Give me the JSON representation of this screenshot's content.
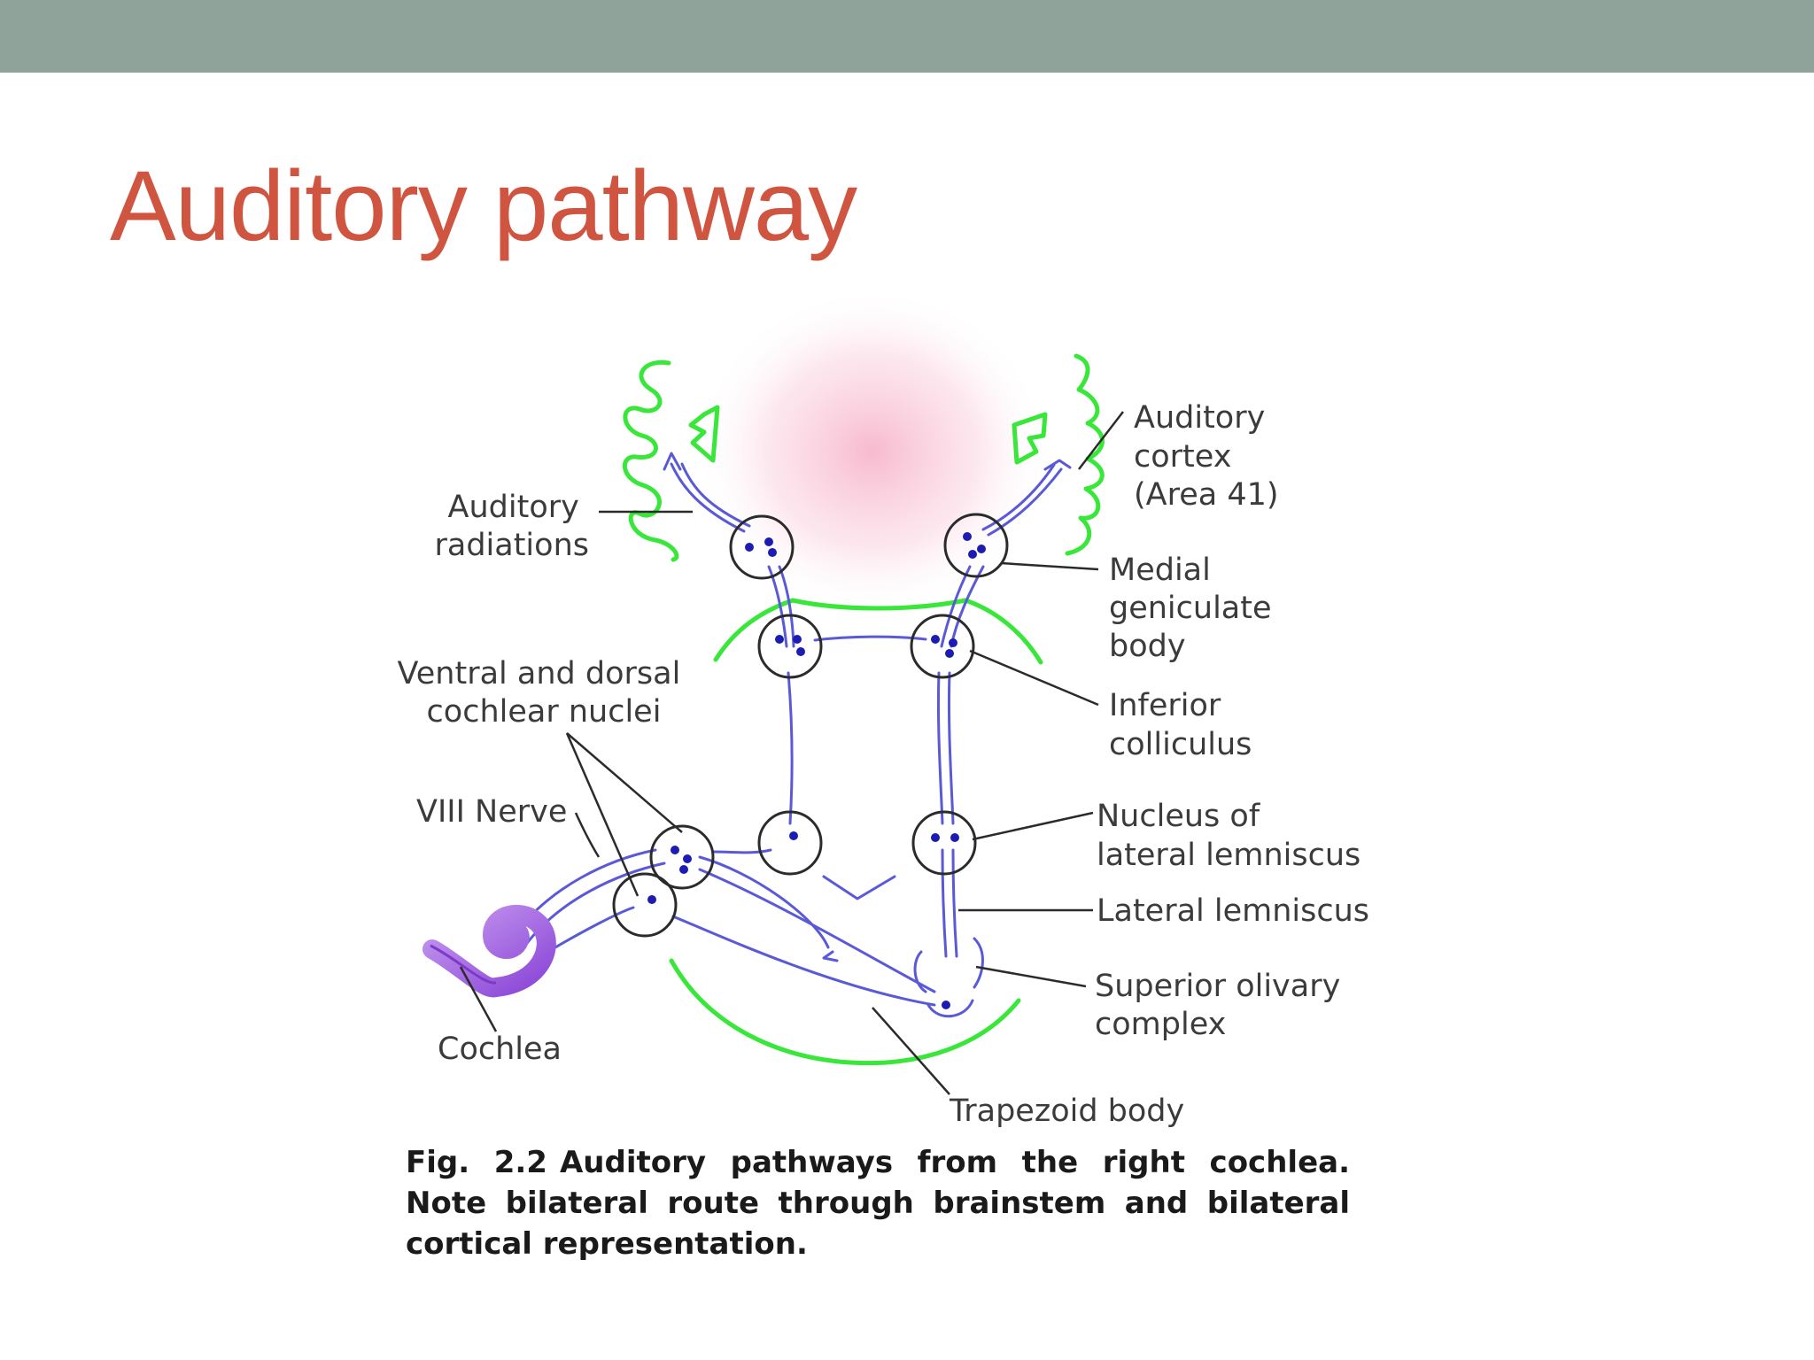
{
  "slide": {
    "title": "Auditory pathway"
  },
  "labels": {
    "auditory_cortex": [
      "Auditory",
      "cortex",
      "(Area 41)"
    ],
    "auditory_radiations": [
      "Auditory",
      "radiations"
    ],
    "medial_geniculate": [
      "Medial",
      "geniculate",
      "body"
    ],
    "cochlear_nuclei": [
      "Ventral and dorsal",
      "cochlear nuclei"
    ],
    "inferior_colliculus": [
      "Inferior",
      "colliculus"
    ],
    "viii_nerve": "VIII Nerve",
    "nucleus_lateral_lemniscus": [
      "Nucleus of",
      "lateral lemniscus"
    ],
    "lateral_lemniscus": "Lateral lemniscus",
    "superior_olivary": [
      "Superior olivary",
      "complex"
    ],
    "cochlea": "Cochlea",
    "trapezoid_body": "Trapezoid body"
  },
  "caption": {
    "number": "Fig. 2.2",
    "text": "Auditory pathways from the right cochlea. Note bilateral route through brainstem and bilateral cortical representation."
  },
  "colors": {
    "title": "#cf5540",
    "top_bar": "#8fa39a",
    "brain_outline": "#39e63a",
    "pathway": "#5a5ad8",
    "cell_dot": "#1c1cb4",
    "cochlea": "#a35ee0",
    "highlight": "#f7b6cc"
  }
}
